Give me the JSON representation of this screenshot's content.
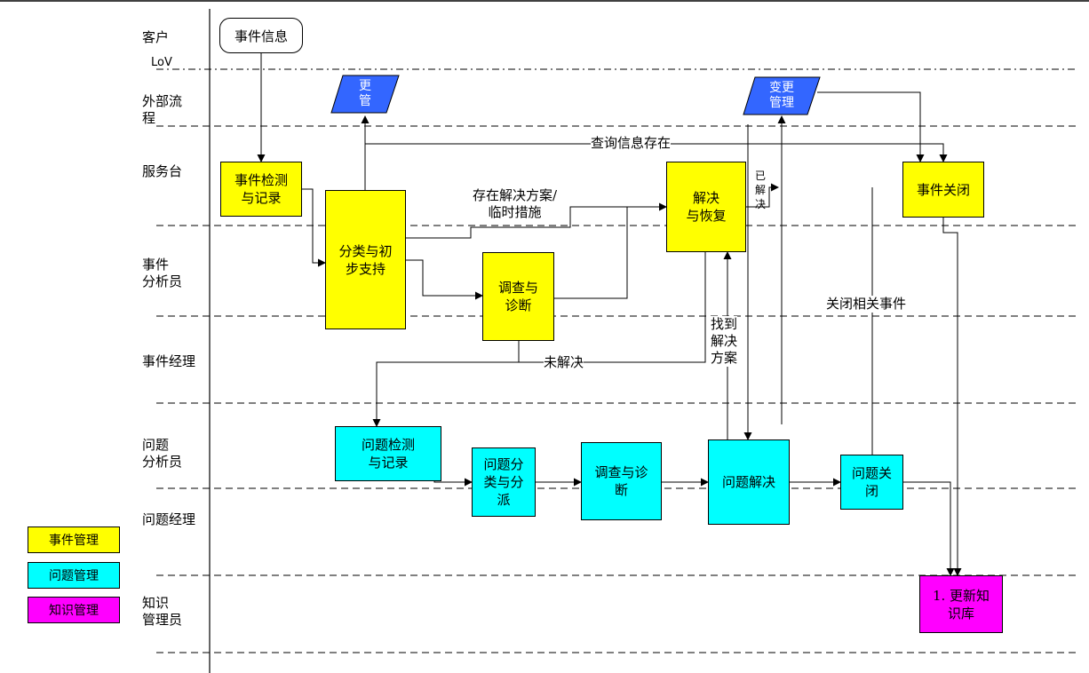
{
  "lanes": [
    {
      "id": "customer",
      "label": "客户"
    },
    {
      "id": "lov",
      "label": "LoV"
    },
    {
      "id": "external",
      "label": "外部流\n程"
    },
    {
      "id": "servicedesk",
      "label": "服务台"
    },
    {
      "id": "incident_analyst",
      "label": "事件\n分析员"
    },
    {
      "id": "incident_manager",
      "label": "事件经理"
    },
    {
      "id": "problem_analyst",
      "label": "问题\n分析员"
    },
    {
      "id": "problem_manager",
      "label": "问题经理"
    },
    {
      "id": "knowledge_manager",
      "label": "知识\n管理员"
    }
  ],
  "nodes": {
    "event_info": "事件信息",
    "change_left": "更\n管",
    "change_right": "变更\n管理",
    "detect_record": "事件检测\n与记录",
    "classify_support": "分类与初\n步支持",
    "investigate": "调查与\n诊断",
    "resolve_recover": "解决\n与恢复",
    "incident_close": "事件关闭",
    "problem_detect": "问题检测\n与记录",
    "problem_classify": "问题分\n类与分\n派",
    "problem_investigate": "调查与诊\n断",
    "problem_resolve": "问题解决",
    "problem_close": "问题关\n闭",
    "update_kb": "1. 更新知\n识库"
  },
  "edge_labels": {
    "query_exists": "查询信息存在",
    "solution_exists": "存在解决方案/\n临时措施",
    "resolved": "已\n解\n决",
    "unresolved": "未解决",
    "found_solution": "找到\n解决\n方案",
    "close_related": "关闭相关事件"
  },
  "legend": [
    {
      "label": "事件管理",
      "color": "#ffff00"
    },
    {
      "label": "问题管理",
      "color": "#00ffff"
    },
    {
      "label": "知识管理",
      "color": "#ff00ff"
    }
  ],
  "colors": {
    "incident": "#ffff00",
    "problem": "#00ffff",
    "knowledge": "#ff00ff",
    "external": "#3366ff"
  }
}
